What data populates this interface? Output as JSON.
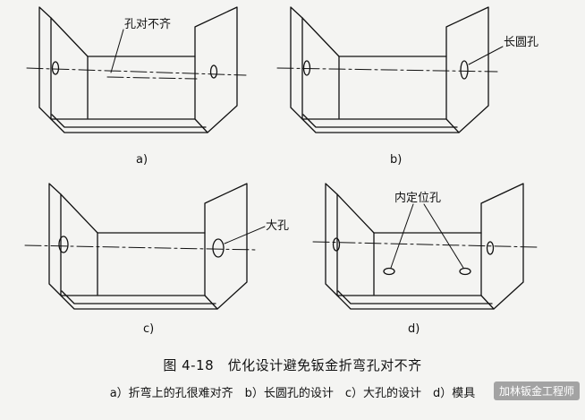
{
  "panels": {
    "a": {
      "label": "a)",
      "callout": "孔对不齐"
    },
    "b": {
      "label": "b)",
      "callout": "长圆孔"
    },
    "c": {
      "label": "c)",
      "callout": "大孔"
    },
    "d": {
      "label": "d)",
      "callout": "内定位孔"
    }
  },
  "caption": {
    "title": "图 4-18　优化设计避免钣金折弯孔对不齐",
    "notes": "a）折弯上的孔很难对齐　b）长圆孔的设计　c）大孔的设计　d）模具"
  },
  "watermark": "加林钣金工程师",
  "colors": {
    "line": "#111111",
    "background": "#f4f4f2"
  }
}
